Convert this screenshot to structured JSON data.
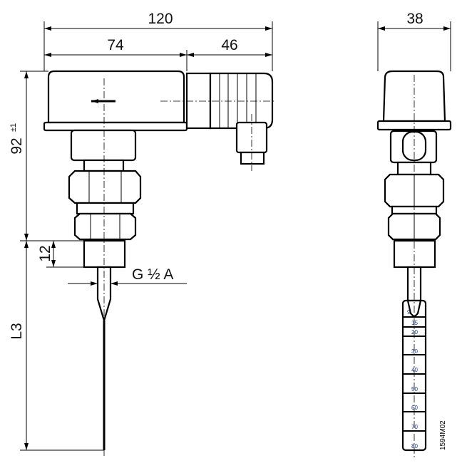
{
  "dimensions": {
    "overall_width": "120",
    "housing_width": "74",
    "connector_width": "46",
    "side_width": "38",
    "height": "92",
    "height_tolerance": "±1",
    "fitting_length": "12",
    "thread": "G ½ A",
    "probe_length": "L3"
  },
  "paddle_scale": [
    "9",
    "15",
    "20",
    "30",
    "40",
    "50",
    "60",
    "70",
    "80"
  ],
  "drawing_id": "1594M02"
}
